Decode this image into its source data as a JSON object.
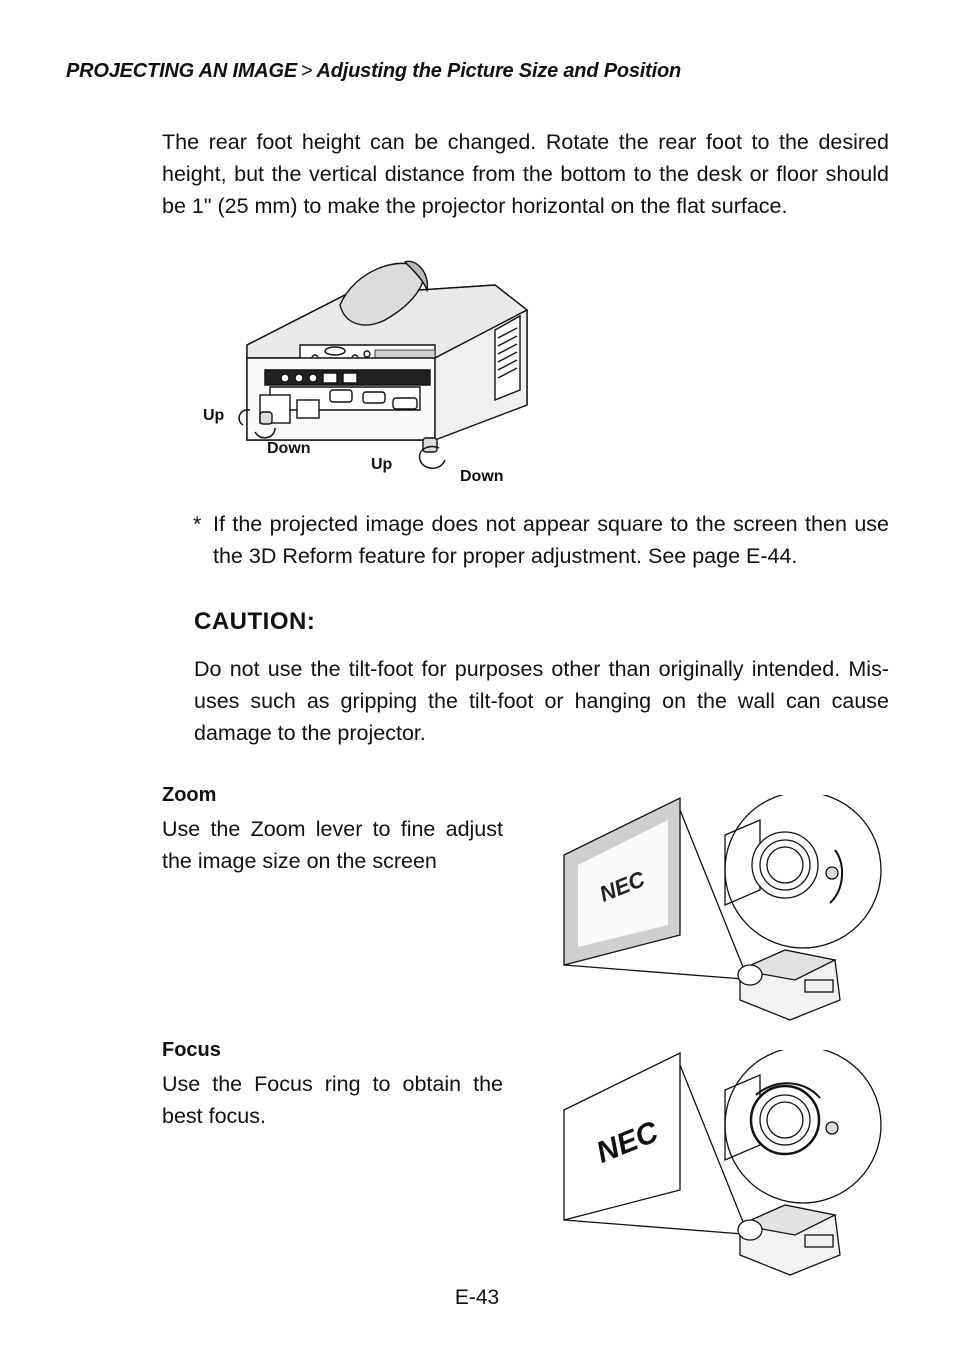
{
  "header": {
    "section": "PROJECTING AN IMAGE",
    "separator": ">",
    "subsection": "Adjusting the Picture Size and Position"
  },
  "intro": "The rear foot height can be changed. Rotate the rear foot to the desired height, but the vertical distance from the bottom to the desk or floor should be 1\" (25 mm) to make the projector horizontal on the flat surface.",
  "figure_labels": {
    "up_left": "Up",
    "down_left": "Down",
    "up_right": "Up",
    "down_right": "Down"
  },
  "note": {
    "marker": "*",
    "text": "If the projected image does not appear square to the screen then use the 3D Reform feature for proper adjustment. See page E-44."
  },
  "caution": {
    "title": "CAUTION:",
    "text": "Do not use the tilt-foot for purposes other than originally intended. Mis-uses such as gripping the tilt-foot or hanging on the wall can cause damage to the projector."
  },
  "zoom": {
    "title": "Zoom",
    "text": "Use the Zoom lever to fine adjust the image size on the screen",
    "screen_logo": "NEC"
  },
  "focus": {
    "title": "Focus",
    "text": "Use the Focus ring to obtain the best focus.",
    "screen_logo": "NEC"
  },
  "page_number": "E-43"
}
